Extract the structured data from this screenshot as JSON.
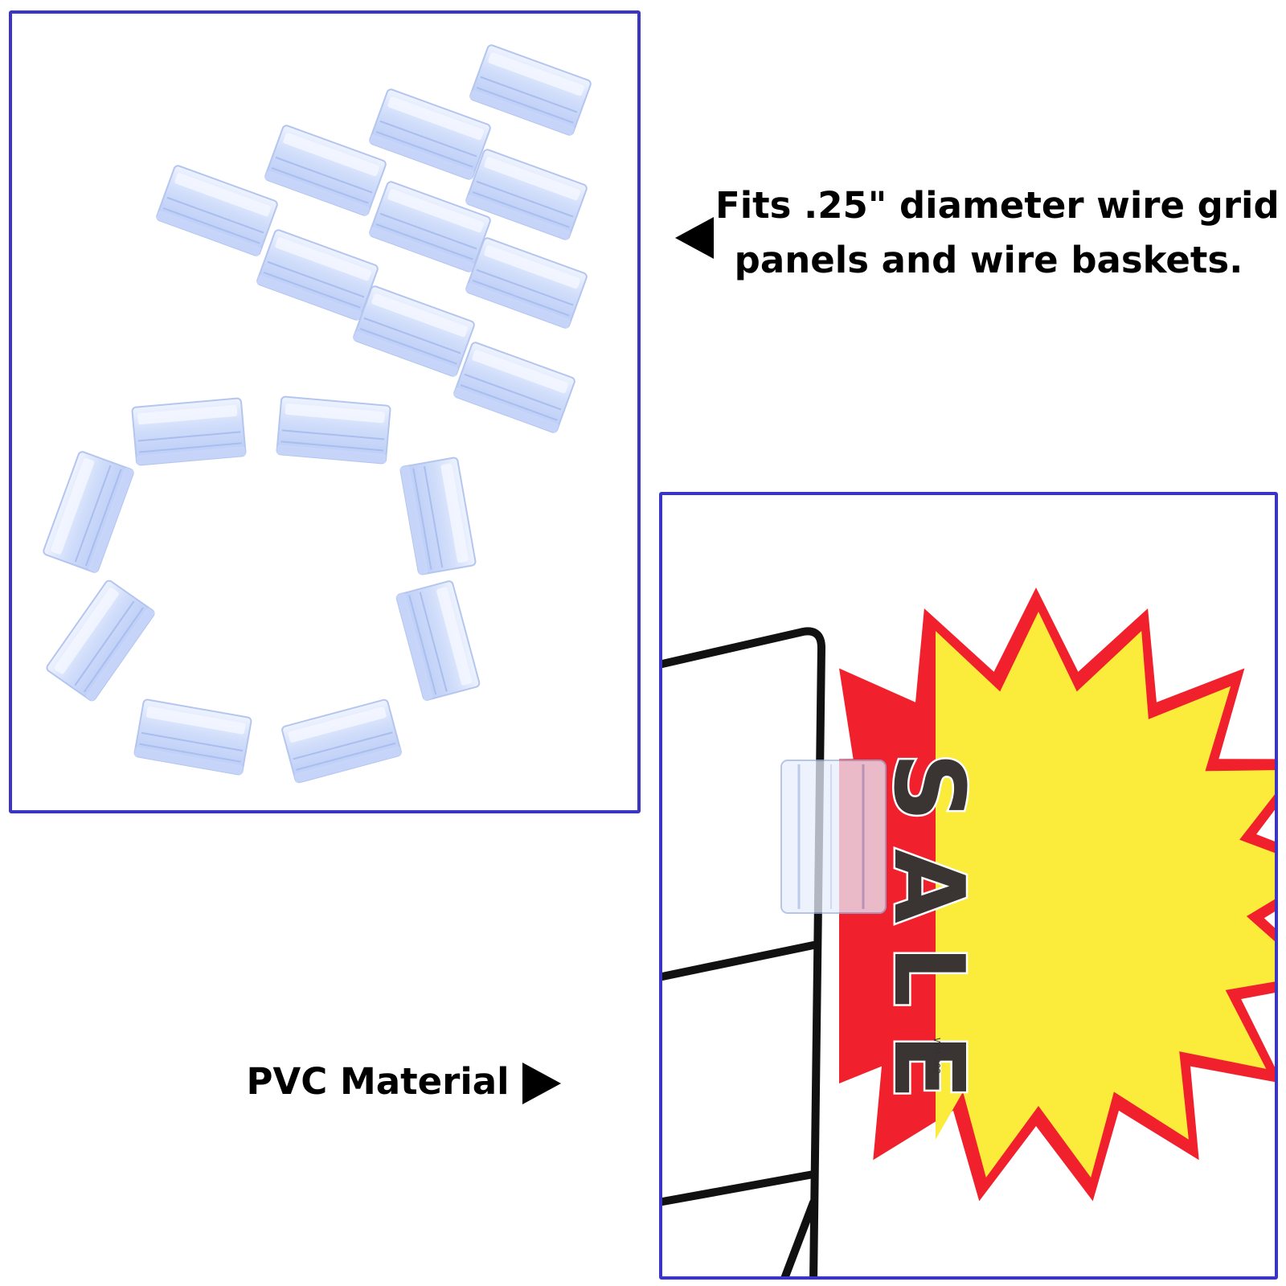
{
  "panels": {
    "top_right_caption": {
      "line1": "Fits .25\" diameter wire grid",
      "line2": "panels and wire baskets."
    },
    "bottom_left_caption": "PVC Material"
  },
  "sign": {
    "text": "SALE",
    "letters": [
      "S",
      "A",
      "L",
      "E"
    ],
    "code": "WM-302",
    "colors": {
      "border": "#f0202c",
      "fill": "#fbeb3a",
      "text": "#3a3432"
    }
  },
  "icons": [
    "arrow-left-icon",
    "arrow-right-icon"
  ],
  "colors": {
    "frame": "#3b35c6",
    "clip": "#d9e3fb",
    "wire": "#111111"
  }
}
